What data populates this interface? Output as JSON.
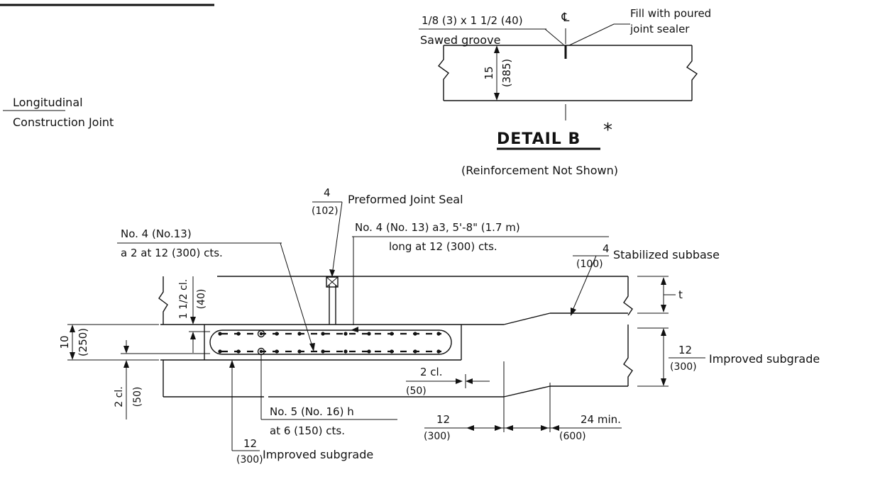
{
  "top_left": {
    "line1": "Longitudinal",
    "line2": "Construction Joint"
  },
  "detail_b": {
    "groove_size": "1/8 (3) x 1 1/2 (40)",
    "groove_label": "Sawed groove",
    "centerline_symbol": "℄",
    "fill_line1": "Fill with poured",
    "fill_line2": "joint sealer",
    "depth_imperial": "15",
    "depth_metric": "(385)",
    "title": "DETAIL  B",
    "asterisk": "*",
    "subtitle": "(Reinforcement Not Shown)"
  },
  "section": {
    "seal_dim": "4",
    "seal_dim_metric": "(102)",
    "seal_label": "Preformed Joint Seal",
    "bar_a2_line1": "No. 4 (No.13)",
    "bar_a2_line2": "a 2 at 12 (300) cts.",
    "bar_a3_line1": "No. 4 (No. 13) a3, 5'-8\" (1.7 m)",
    "bar_a3_line2": "long at 12 (300) cts.",
    "subbase_dim": "4",
    "subbase_dim_metric": "(100)",
    "subbase_label": "Stabilized subbase",
    "t_label": "t",
    "clear_top": "1 1/2 cl.",
    "clear_top_metric": "(40)",
    "thickness": "10",
    "thickness_metric": "(250)",
    "subgrade_right_dim": "12",
    "subgrade_right_metric": "(300)",
    "subgrade_right_label": "Improved subgrade",
    "clear_side": "2 cl.",
    "clear_side_metric": "(50)",
    "clear_bottom": "2 cl.",
    "clear_bottom_metric": "(50)",
    "bar_h_line1": "No. 5 (No. 16) h",
    "bar_h_line2": "at 6 (150) cts.",
    "taper_dim": "12",
    "taper_dim_metric": "(300)",
    "min_dim": "24 min.",
    "min_dim_metric": "(600)",
    "subgrade_bottom_dim": "12",
    "subgrade_bottom_metric": "(300)",
    "subgrade_bottom_label": "Improved subgrade"
  }
}
